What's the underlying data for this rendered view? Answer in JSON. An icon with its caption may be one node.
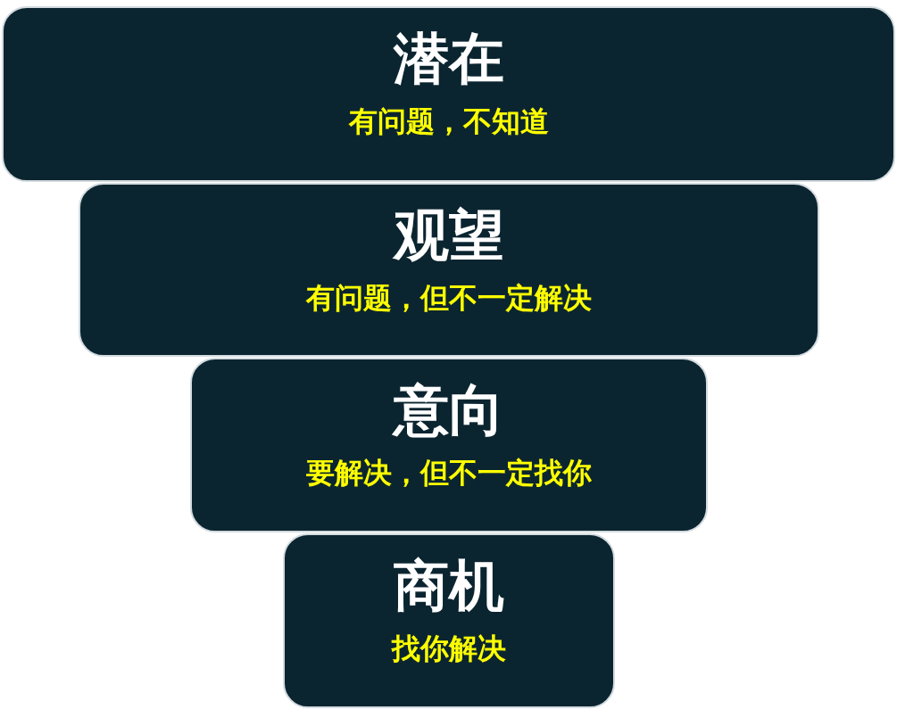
{
  "diagram": {
    "nodes": [
      {
        "text": [
          "潜在",
          "有问题，不知道"
        ]
      },
      {
        "text": [
          "观望",
          "有问题，但不一定解决"
        ]
      },
      {
        "text": [
          "意向",
          "要解决，但不一定找你"
        ]
      },
      {
        "text": [
          "商机",
          "找你解决"
        ]
      }
    ]
  }
}
